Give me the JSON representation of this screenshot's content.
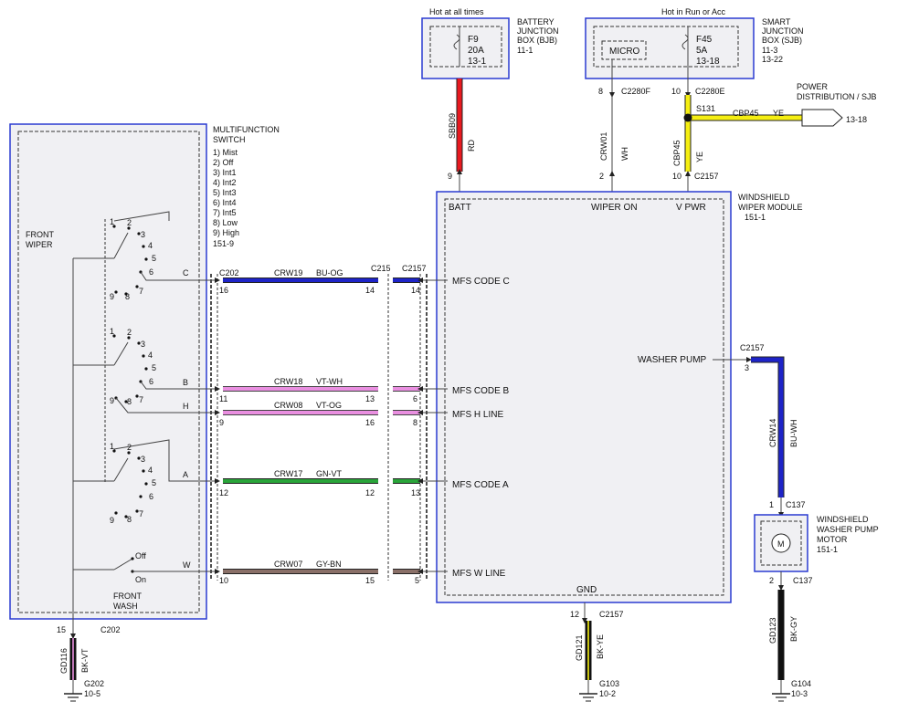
{
  "bjb": {
    "header": "Hot at all times",
    "fuse": "F9",
    "amps": "20A",
    "ref": "13-1",
    "title": [
      "BATTERY",
      "JUNCTION",
      "BOX (BJB)",
      "11-1"
    ]
  },
  "sjb": {
    "header": "Hot in Run or Acc",
    "micro": "MICRO",
    "fuse": "F45",
    "amps": "5A",
    "ref": "13-18",
    "title": [
      "SMART",
      "JUNCTION",
      "BOX (SJB)",
      "11-3",
      "13-22"
    ]
  },
  "power_dist": {
    "title": [
      "POWER",
      "DISTRIBUTION / SJB"
    ],
    "ref": "13-18"
  },
  "mfs": {
    "title": [
      "MULTIFUNCTION",
      "SWITCH"
    ],
    "positions": [
      "1) Mist",
      "2) Off",
      "3) Int1",
      "4) Int2",
      "5) Int3",
      "6) Int4",
      "7) Int5",
      "8) Low",
      "9) High"
    ],
    "ref": "151-9",
    "front_wiper": [
      "FRONT",
      "WIPER"
    ],
    "front_wash": [
      "FRONT",
      "WASH"
    ],
    "off": "Off",
    "on": "On",
    "pins": [
      "1",
      "2",
      "3",
      "4",
      "5",
      "6",
      "7",
      "8",
      "9"
    ]
  },
  "module": {
    "title": [
      "WINDSHIELD",
      "WIPER MODULE",
      "151-1"
    ],
    "batt": "BATT",
    "wiper_on": "WIPER ON",
    "vpwr": "V PWR",
    "mfs_c": "MFS CODE C",
    "mfs_b": "MFS CODE B",
    "mfs_h": "MFS H LINE",
    "mfs_a": "MFS CODE A",
    "mfs_w": "MFS W LINE",
    "washer": "WASHER PUMP",
    "gnd": "GND"
  },
  "motor": {
    "title": [
      "WINDSHIELD",
      "WASHER PUMP",
      "MOTOR",
      "151-1"
    ],
    "symbol": "M"
  },
  "wires": {
    "sbb09": {
      "circuit": "SBB09",
      "color": "RD"
    },
    "crw01": {
      "circuit": "CRW01",
      "color": "WH"
    },
    "cbp45": {
      "circuit": "CBP45",
      "color": "YE"
    },
    "cbp45h": {
      "circuit": "CBP45",
      "color": "YE"
    },
    "crw19": {
      "circuit": "CRW19",
      "color": "BU-OG"
    },
    "crw18": {
      "circuit": "CRW18",
      "color": "VT-WH"
    },
    "crw08": {
      "circuit": "CRW08",
      "color": "VT-OG"
    },
    "crw17": {
      "circuit": "CRW17",
      "color": "GN-VT"
    },
    "crw07": {
      "circuit": "CRW07",
      "color": "GY-BN"
    },
    "crw14": {
      "circuit": "CRW14",
      "color": "BU-WH"
    },
    "gd116": {
      "circuit": "GD116",
      "color": "BK-VT"
    },
    "gd121": {
      "circuit": "GD121",
      "color": "BK-YE"
    },
    "gd123": {
      "circuit": "GD123",
      "color": "BK-GY"
    }
  },
  "splice": "S131",
  "connectors": {
    "c2280f": "C2280F",
    "c2280e": "C2280E",
    "c2157": "C2157",
    "c202": "C202",
    "c215": "C215",
    "c137": "C137"
  },
  "pin_labels": {
    "p9": "9",
    "p8": "8",
    "p10a": "10",
    "p2": "2",
    "p10b": "10",
    "c16": "16",
    "c14a": "14",
    "c14b": "14",
    "b11": "11",
    "b13": "13",
    "b6": "6",
    "h9": "9",
    "h16": "16",
    "h8": "8",
    "a12": "12",
    "a12b": "12",
    "a13": "13",
    "w10": "10",
    "w15": "15",
    "w5": "5",
    "wp3": "3",
    "m1": "1",
    "m2": "2",
    "g15": "15",
    "g12": "12"
  },
  "line_letters": {
    "c": "C",
    "b": "B",
    "h": "H",
    "a": "A",
    "w": "W"
  },
  "grounds": {
    "g202": {
      "id": "G202",
      "ref": "10-5"
    },
    "g103": {
      "id": "G103",
      "ref": "10-2"
    },
    "g104": {
      "id": "G104",
      "ref": "10-3"
    }
  },
  "colors": {
    "red": "#e8191f",
    "yellow": "#f5ee12",
    "blue": "#1e24c8",
    "pink": "#e98fe0",
    "green": "#2aa53a",
    "brown": "#8a7068",
    "black": "#111111",
    "outline": "#2a3bd1"
  }
}
